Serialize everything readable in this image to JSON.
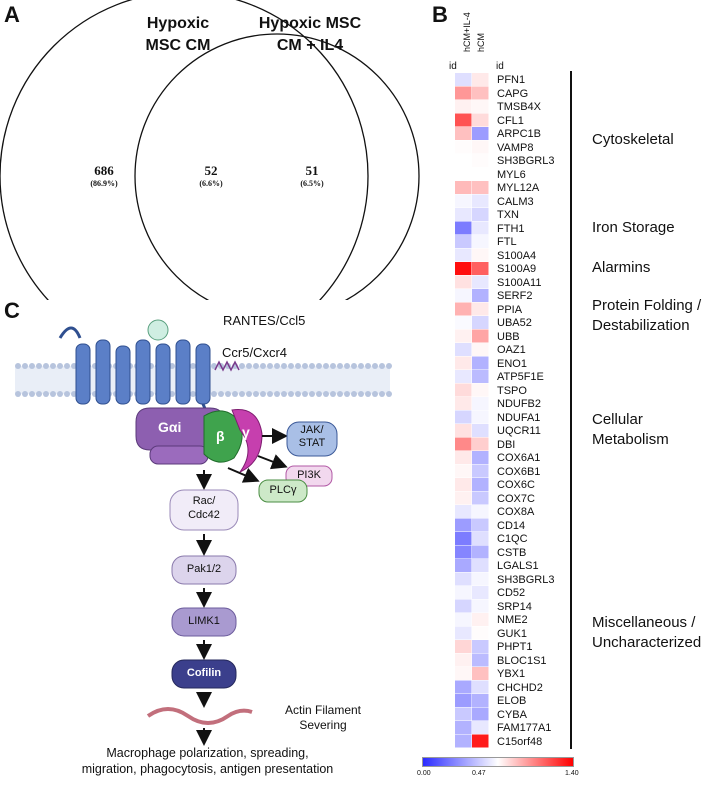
{
  "panels": {
    "a": "A",
    "b": "B",
    "c": "C"
  },
  "venn": {
    "left_title_line1": "Hypoxic",
    "left_title_line2": "MSC CM",
    "right_title_line1": "Hypoxic MSC",
    "right_title_line2": "CM + IL4",
    "left_only": {
      "count": "686",
      "pct": "(86.9%)"
    },
    "overlap": {
      "count": "52",
      "pct": "(6.6%)"
    },
    "right_only": {
      "count": "51",
      "pct": "(6.5%)"
    }
  },
  "heatmap": {
    "row_id_label": "id",
    "col_id_label": "id",
    "columns": [
      "hCM+IL-4",
      "hCM"
    ],
    "scale": {
      "min": "0.00",
      "mid": "0.47",
      "max": "1.40"
    },
    "colors": {
      "low": "#2b2bff",
      "mid": "#ffffff",
      "high": "#ff0000"
    },
    "genes": [
      "PFN1",
      "CAPG",
      "TMSB4X",
      "CFL1",
      "ARPC1B",
      "VAMP8",
      "SH3BGRL3",
      "MYL6",
      "MYL12A",
      "CALM3",
      "TXN",
      "FTH1",
      "FTL",
      "S100A4",
      "S100A9",
      "S100A11",
      "SERF2",
      "PPIA",
      "UBA52",
      "UBB",
      "OAZ1",
      "ENO1",
      "ATP5F1E",
      "TSPO",
      "NDUFB2",
      "NDUFA1",
      "UQCR11",
      "DBI",
      "COX6A1",
      "COX6B1",
      "COX6C",
      "COX7C",
      "COX8A",
      "CD14",
      "C1QC",
      "CSTB",
      "LGALS1",
      "SH3BGRL3",
      "CD52",
      "SRP14",
      "NME2",
      "GUK1",
      "PHPT1",
      "BLOC1S1",
      "YBX1",
      "CHCHD2",
      "ELOB",
      "CYBA",
      "FAM177A1",
      "C15orf48"
    ],
    "values": [
      [
        0.4,
        0.55
      ],
      [
        0.85,
        0.7
      ],
      [
        0.52,
        0.5
      ],
      [
        1.1,
        0.6
      ],
      [
        0.7,
        0.25
      ],
      [
        0.48,
        0.5
      ],
      [
        0.47,
        0.48
      ],
      [
        0.47,
        0.47
      ],
      [
        0.72,
        0.7
      ],
      [
        0.45,
        0.42
      ],
      [
        0.42,
        0.38
      ],
      [
        0.18,
        0.42
      ],
      [
        0.35,
        0.45
      ],
      [
        0.42,
        0.5
      ],
      [
        1.35,
        1.05
      ],
      [
        0.58,
        0.42
      ],
      [
        0.45,
        0.3
      ],
      [
        0.75,
        0.55
      ],
      [
        0.46,
        0.38
      ],
      [
        0.52,
        0.8
      ],
      [
        0.4,
        0.5
      ],
      [
        0.55,
        0.3
      ],
      [
        0.42,
        0.32
      ],
      [
        0.6,
        0.5
      ],
      [
        0.55,
        0.45
      ],
      [
        0.38,
        0.45
      ],
      [
        0.58,
        0.4
      ],
      [
        0.9,
        0.65
      ],
      [
        0.55,
        0.3
      ],
      [
        0.5,
        0.35
      ],
      [
        0.55,
        0.3
      ],
      [
        0.52,
        0.35
      ],
      [
        0.42,
        0.45
      ],
      [
        0.25,
        0.35
      ],
      [
        0.18,
        0.4
      ],
      [
        0.2,
        0.3
      ],
      [
        0.28,
        0.4
      ],
      [
        0.4,
        0.45
      ],
      [
        0.45,
        0.42
      ],
      [
        0.38,
        0.45
      ],
      [
        0.45,
        0.52
      ],
      [
        0.42,
        0.48
      ],
      [
        0.62,
        0.35
      ],
      [
        0.52,
        0.32
      ],
      [
        0.5,
        0.7
      ],
      [
        0.28,
        0.4
      ],
      [
        0.25,
        0.3
      ],
      [
        0.35,
        0.28
      ],
      [
        0.3,
        0.42
      ],
      [
        0.3,
        1.3
      ]
    ],
    "categories": [
      {
        "label_lines": [
          "Cytoskeletal"
        ],
        "start": 0,
        "end": 9
      },
      {
        "label_lines": [
          "Iron Storage"
        ],
        "start": 10,
        "end": 12
      },
      {
        "label_lines": [
          "Alarmins"
        ],
        "start": 13,
        "end": 15
      },
      {
        "label_lines": [
          "Protein Folding /",
          "Destabilization"
        ],
        "start": 16,
        "end": 19
      },
      {
        "label_lines": [
          "Cellular",
          "Metabolism"
        ],
        "start": 20,
        "end": 32
      },
      {
        "label_lines": [
          "Miscellaneous /",
          "Uncharacterized"
        ],
        "start": 33,
        "end": 49
      }
    ]
  },
  "pathway": {
    "ligand": "RANTES/Ccl5",
    "receptor": "Ccr5/Cxcr4",
    "g_alpha": "Gαi",
    "g_beta": "β",
    "g_gamma": "γ",
    "jak_stat_line1": "JAK/",
    "jak_stat_line2": "STAT",
    "pi3k": "PI3K",
    "plcg": "PLCγ",
    "rac_line1": "Rac/",
    "rac_line2": "Cdc42",
    "pak": "Pak1/2",
    "limk": "LIMK1",
    "cofilin": "Cofilin",
    "actin_line1": "Actin Filament",
    "actin_line2": "Severing",
    "outcome_line1": "Macrophage polarization, spreading,",
    "outcome_line2": "migration, phagocytosis, antigen presentation"
  }
}
